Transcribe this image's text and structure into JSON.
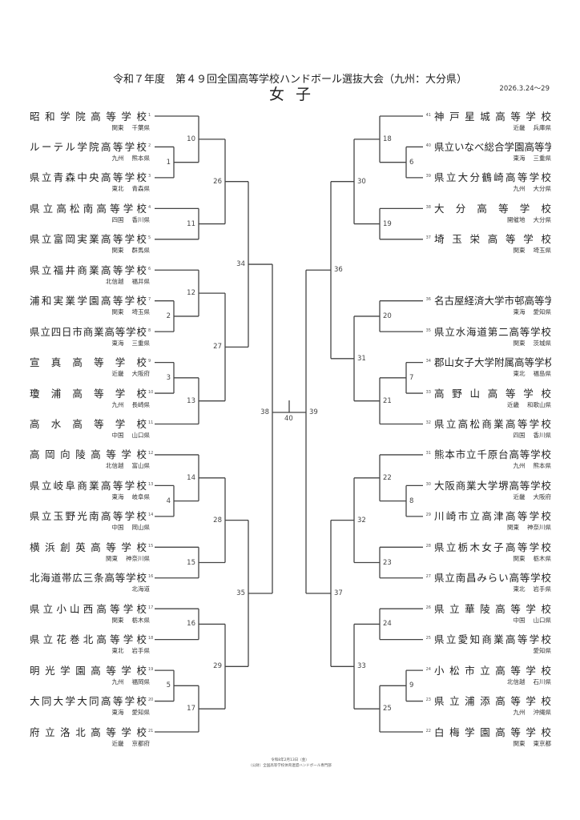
{
  "header": {
    "title": "令和７年度　第４９回全国高等学校ハンドボール選抜大会（九州：大分県）",
    "subtitle": "女子",
    "date": "2026.3.24～29"
  },
  "left_teams": [
    {
      "no": "1",
      "name": "昭和学院高等学校",
      "region": "関東",
      "pref": "千葉県"
    },
    {
      "no": "2",
      "name": "ルーテル学院高等学校",
      "region": "九州",
      "pref": "熊本県"
    },
    {
      "no": "3",
      "name": "県立青森中央高等学校",
      "region": "東北",
      "pref": "青森県"
    },
    {
      "no": "4",
      "name": "県立高松南高等学校",
      "region": "四国",
      "pref": "香川県"
    },
    {
      "no": "5",
      "name": "県立富岡実業高等学校",
      "region": "関東",
      "pref": "群馬県"
    },
    {
      "no": "6",
      "name": "県立福井商業高等学校",
      "region": "北信越",
      "pref": "福井県"
    },
    {
      "no": "7",
      "name": "浦和実業学園高等学校",
      "region": "関東",
      "pref": "埼玉県"
    },
    {
      "no": "8",
      "name": "県立四日市商業高等学校",
      "region": "東海",
      "pref": "三重県"
    },
    {
      "no": "9",
      "name": "宣真高等学校",
      "region": "近畿",
      "pref": "大阪府"
    },
    {
      "no": "10",
      "name": "瓊浦高等学校",
      "region": "九州",
      "pref": "長崎県"
    },
    {
      "no": "11",
      "name": "高水高等学校",
      "region": "中国",
      "pref": "山口県"
    },
    {
      "no": "12",
      "name": "高岡向陵高等学校",
      "region": "北信越",
      "pref": "富山県"
    },
    {
      "no": "13",
      "name": "県立岐阜商業高等学校",
      "region": "東海",
      "pref": "岐阜県"
    },
    {
      "no": "14",
      "name": "県立玉野光南高等学校",
      "region": "中国",
      "pref": "岡山県"
    },
    {
      "no": "15",
      "name": "横浜創英高等学校",
      "region": "関東",
      "pref": "神奈川県"
    },
    {
      "no": "16",
      "name": "北海道帯広三条高等学校",
      "region": "",
      "pref": "北海道"
    },
    {
      "no": "17",
      "name": "県立小山西高等学校",
      "region": "関東",
      "pref": "栃木県"
    },
    {
      "no": "18",
      "name": "県立花巻北高等学校",
      "region": "東北",
      "pref": "岩手県"
    },
    {
      "no": "19",
      "name": "明光学園高等学校",
      "region": "九州",
      "pref": "福岡県"
    },
    {
      "no": "20",
      "name": "大同大学大同高等学校",
      "region": "東海",
      "pref": "愛知県"
    },
    {
      "no": "21",
      "name": "府立洛北高等学校",
      "region": "近畿",
      "pref": "京都府"
    }
  ],
  "right_teams": [
    {
      "no": "41",
      "name": "神戸星城高等学校",
      "region": "近畿",
      "pref": "兵庫県"
    },
    {
      "no": "40",
      "name": "県立いなべ総合学園高等学校",
      "region": "東海",
      "pref": "三重県"
    },
    {
      "no": "39",
      "name": "県立大分鶴崎高等学校",
      "region": "九州",
      "pref": "大分県"
    },
    {
      "no": "38",
      "name": "大分高等学校",
      "region": "開催地",
      "pref": "大分県"
    },
    {
      "no": "37",
      "name": "埼玉栄高等学校",
      "region": "関東",
      "pref": "埼玉県"
    },
    {
      "no": "36",
      "name": "名古屋経済大学市邨高等学校",
      "region": "東海",
      "pref": "愛知県"
    },
    {
      "no": "35",
      "name": "県立水海道第二高等学校",
      "region": "関東",
      "pref": "茨城県"
    },
    {
      "no": "34",
      "name": "郡山女子大学附属高等学校",
      "region": "東北",
      "pref": "福島県"
    },
    {
      "no": "33",
      "name": "高野山高等学校",
      "region": "近畿",
      "pref": "和歌山県"
    },
    {
      "no": "32",
      "name": "県立高松商業高等学校",
      "region": "四国",
      "pref": "香川県"
    },
    {
      "no": "31",
      "name": "熊本市立千原台高等学校",
      "region": "九州",
      "pref": "熊本県"
    },
    {
      "no": "30",
      "name": "大阪商業大学堺高等学校",
      "region": "近畿",
      "pref": "大阪府"
    },
    {
      "no": "29",
      "name": "川崎市立高津高等学校",
      "region": "関東",
      "pref": "神奈川県"
    },
    {
      "no": "28",
      "name": "県立栃木女子高等学校",
      "region": "関東",
      "pref": "栃木県"
    },
    {
      "no": "27",
      "name": "県立南昌みらい高等学校",
      "region": "東北",
      "pref": "岩手県"
    },
    {
      "no": "26",
      "name": "県立華陵高等学校",
      "region": "中国",
      "pref": "山口県"
    },
    {
      "no": "25",
      "name": "県立愛知商業高等学校",
      "region": "",
      "pref": "愛知県"
    },
    {
      "no": "24",
      "name": "小松市立高等学校",
      "region": "北信越",
      "pref": "石川県"
    },
    {
      "no": "23",
      "name": "県立浦添高等学校",
      "region": "九州",
      "pref": "沖縄県"
    },
    {
      "no": "22",
      "name": "白梅学園高等学校",
      "region": "関東",
      "pref": "東京都"
    }
  ],
  "matches": [
    "1",
    "2",
    "3",
    "4",
    "5",
    "6",
    "7",
    "8",
    "9",
    "10",
    "11",
    "12",
    "13",
    "14",
    "15",
    "16",
    "17",
    "18",
    "19",
    "20",
    "21",
    "22",
    "23",
    "24",
    "25",
    "26",
    "27",
    "28",
    "29",
    "30",
    "31",
    "32",
    "33",
    "34",
    "35",
    "36",
    "37",
    "38",
    "39",
    "40"
  ],
  "footer": {
    "line1": "令和8年2月13日（金）",
    "line2": "（公財）全国高等学校体育連盟ハンドボール専門部"
  }
}
